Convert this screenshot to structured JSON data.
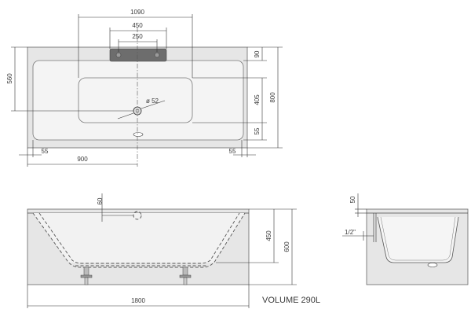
{
  "top_view": {
    "dim_width_upper": "1090",
    "dim_holder_outer": "450",
    "dim_holder_inner": "250",
    "dim_rim_top": "90",
    "dim_depth_total": "800",
    "dim_basin_height": "405",
    "dim_rim_bottom": "55",
    "dim_drain_offset": "560",
    "dim_drain_diameter": "ø 52",
    "dim_side_left": "55",
    "dim_side_right": "55",
    "dim_drain_from_left": "900"
  },
  "front_view": {
    "dim_overflow": "60",
    "dim_inner_depth": "450",
    "dim_height": "600",
    "dim_length": "1800",
    "volume_label": "VOLUME 290L"
  },
  "side_view": {
    "dim_rim": "50",
    "dim_thread": "1/2\""
  }
}
